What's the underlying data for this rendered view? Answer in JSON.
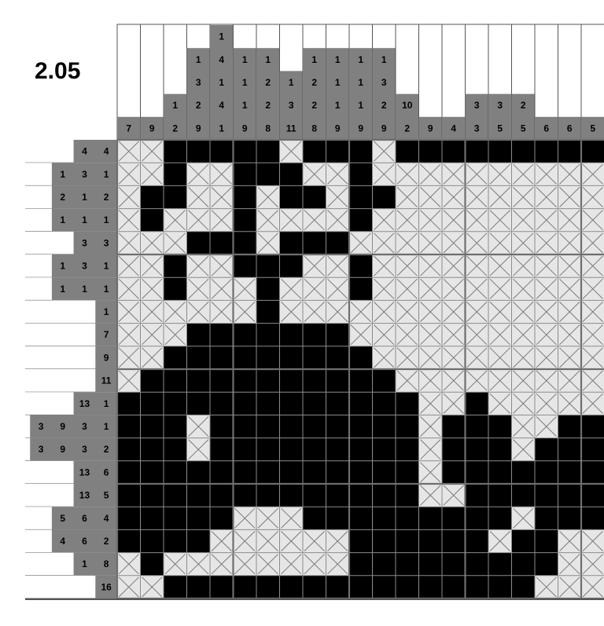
{
  "title": "2.05",
  "colors": {
    "clue_bg": "#808080",
    "clue_text": "#000000",
    "filled": "#000000",
    "crossed_bg": "#e6e6e6",
    "cross_line": "#7a7a7a",
    "grid_line": "#8c8c8c",
    "block_line": "#6e6e6e",
    "empty_clue_bg": "#ffffff"
  },
  "column_clues": [
    [
      "7"
    ],
    [
      "9"
    ],
    [
      "2",
      "1"
    ],
    [
      "9",
      "2",
      "3",
      "1"
    ],
    [
      "1",
      "4",
      "1",
      "4",
      "1"
    ],
    [
      "9",
      "1",
      "1",
      "1"
    ],
    [
      "8",
      "2",
      "2",
      "1"
    ],
    [
      "11",
      "3",
      "1"
    ],
    [
      "8",
      "2",
      "2",
      "1"
    ],
    [
      "9",
      "1",
      "1",
      "1"
    ],
    [
      "9",
      "1",
      "1",
      "1"
    ],
    [
      "9",
      "2",
      "3",
      "1"
    ],
    [
      "2",
      "10"
    ],
    [
      "9"
    ],
    [
      "4"
    ],
    [
      "3",
      "3"
    ],
    [
      "5",
      "3"
    ],
    [
      "5",
      "2"
    ],
    [
      "6"
    ],
    [
      "6"
    ],
    [
      "5"
    ]
  ],
  "row_clues": [
    [
      "4",
      "4"
    ],
    [
      "1",
      "3",
      "1"
    ],
    [
      "2",
      "1",
      "2"
    ],
    [
      "1",
      "1",
      "1"
    ],
    [
      "3",
      "3"
    ],
    [
      "1",
      "3",
      "1"
    ],
    [
      "1",
      "1",
      "1"
    ],
    [
      "1"
    ],
    [
      "7"
    ],
    [
      "9"
    ],
    [
      "11"
    ],
    [
      "13",
      "1"
    ],
    [
      "3",
      "9",
      "3",
      "1"
    ],
    [
      "3",
      "9",
      "3",
      "2"
    ],
    [
      "13",
      "6"
    ],
    [
      "13",
      "5"
    ],
    [
      "5",
      "6",
      "4"
    ],
    [
      "4",
      "6",
      "2"
    ],
    [
      "1",
      "8"
    ],
    [
      "16"
    ]
  ],
  "grid": [
    "XX#####X###X#########",
    "XX#XX###XX#XXXXXXXXXX",
    "X##XX#X##X##XXXXXXXXX",
    "X#XXX#XXXX#XXXXXXXXXX",
    "XXX###X###XXXXXXXXXXX",
    "XX#XX###XX#XXXXXXXXXX",
    "XX#XXX#XXX#XXXXXXXXXX",
    "XXXXXX#XXXXXXXXXXXXXX",
    "XXX#######XXXXXXXXXXX",
    "XX#########XXXXXXXXXX",
    "X###########XXXXXXXXX",
    "#############XX#XXXXX",
    "###X#########X###XX##",
    "###X#########X###X###",
    "#############X#######",
    "#############XX######",
    "#####XXX#########X###",
    "####XXXXXX######X##X",
    "X#XXXXXXXX#########X",
    "XX################XX"
  ]
}
